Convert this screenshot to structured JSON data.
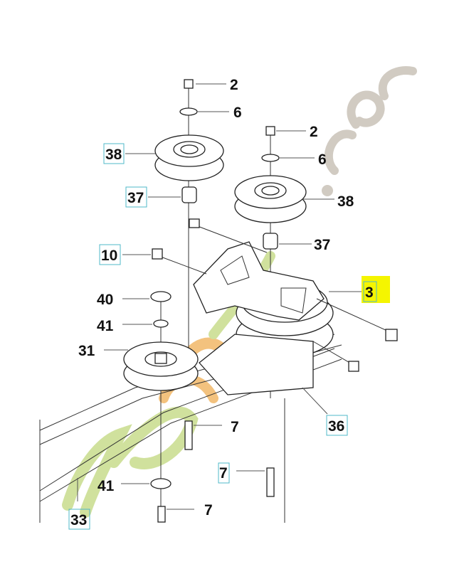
{
  "diagram": {
    "type": "exploded parts diagram",
    "callouts": {
      "c2a": "2",
      "c6a": "6",
      "c38a": "38",
      "c37a": "37",
      "c2b": "2",
      "c6b": "6",
      "c38b": "38",
      "c37b": "37",
      "c10": "10",
      "c3": "3",
      "c40": "40",
      "c41a": "41",
      "c31": "31",
      "c7a": "7",
      "c36": "36",
      "c7b": "7",
      "c41b": "41",
      "c7c": "7",
      "c33": "33"
    },
    "colors": {
      "highlight": "#f5f500",
      "callout_box": "#4fb8c8",
      "watermark_green": "#c8dc8c",
      "watermark_orange": "#f2b868",
      "watermark_gray": "#c9c2b8"
    }
  }
}
